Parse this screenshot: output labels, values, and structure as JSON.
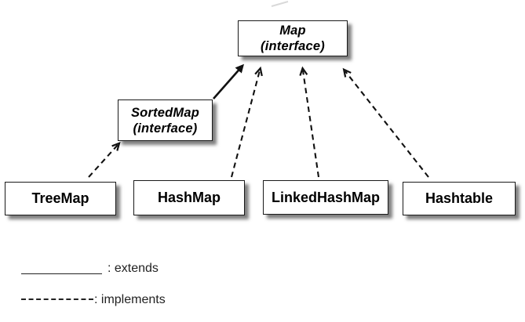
{
  "diagram": {
    "kind": "uml-class-hierarchy",
    "nodes": [
      {
        "id": "map",
        "label": "Map",
        "sublabel": "(interface)",
        "type": "interface"
      },
      {
        "id": "sortedmap",
        "label": "SortedMap",
        "sublabel": "(interface)",
        "type": "interface"
      },
      {
        "id": "treemap",
        "label": "TreeMap",
        "type": "class"
      },
      {
        "id": "hashmap",
        "label": "HashMap",
        "type": "class"
      },
      {
        "id": "linkedhashmap",
        "label": "LinkedHashMap",
        "type": "class"
      },
      {
        "id": "hashtable",
        "label": "Hashtable",
        "type": "class"
      }
    ],
    "edges": [
      {
        "from": "SortedMap",
        "to": "Map",
        "style": "solid",
        "relation": "extends"
      },
      {
        "from": "TreeMap",
        "to": "SortedMap",
        "style": "dashed",
        "relation": "implements"
      },
      {
        "from": "HashMap",
        "to": "Map",
        "style": "dashed",
        "relation": "implements"
      },
      {
        "from": "LinkedHashMap",
        "to": "Map",
        "style": "dashed",
        "relation": "implements"
      },
      {
        "from": "Hashtable",
        "to": "Map",
        "style": "dashed",
        "relation": "implements"
      }
    ]
  },
  "legend": {
    "items": [
      {
        "sample": "solid-line",
        "label": ": extends"
      },
      {
        "sample": "dashed-line",
        "label": ": implements"
      }
    ]
  },
  "colors": {
    "background": "#ffffff",
    "box_fill": "#ffffff",
    "box_border": "#1a1a1a",
    "box_shadow": "rgba(0,0,0,0.5)",
    "arrow": "#111111",
    "text": "#000000",
    "legend_text": "#222222"
  }
}
